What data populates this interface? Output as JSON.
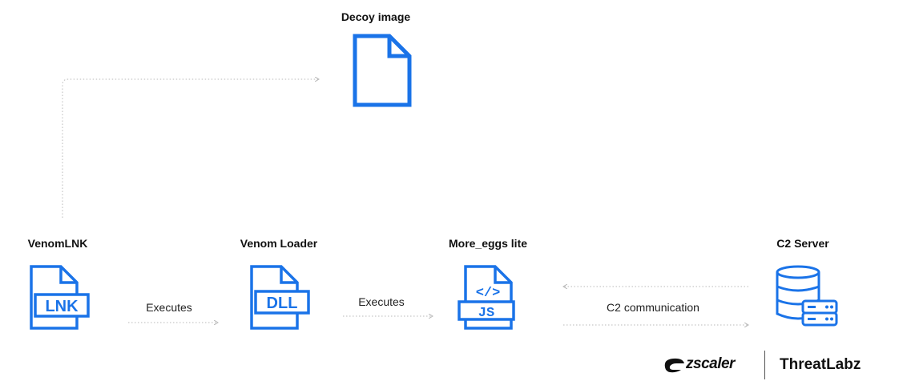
{
  "nodes": {
    "decoy": {
      "title": "Decoy image",
      "icon": "file-icon"
    },
    "venomlnk": {
      "title": "VenomLNK",
      "icon": "lnk-file-icon",
      "badge": "LNK"
    },
    "loader": {
      "title": "Venom Loader",
      "icon": "dll-file-icon",
      "badge": "DLL"
    },
    "moreeggs": {
      "title": "More_eggs lite",
      "icon": "js-file-icon",
      "badge": "JS",
      "code": "</>"
    },
    "c2": {
      "title": "C2 Server",
      "icon": "database-server-icon"
    }
  },
  "edges": {
    "lnk_to_loader": {
      "label": "Executes"
    },
    "loader_to_moreeggs": {
      "label": "Executes"
    },
    "c2_link": {
      "label": "C2 communication"
    }
  },
  "branding": {
    "zscaler": "zscaler",
    "threatlabz": "ThreatLabz"
  },
  "colors": {
    "accent": "#1a73e8",
    "connector": "#b8b8b8",
    "text": "#111111"
  }
}
